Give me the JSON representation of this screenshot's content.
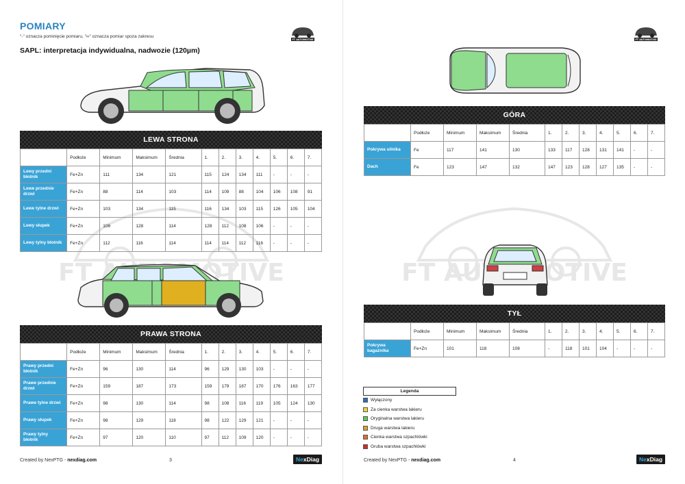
{
  "page3": {
    "title": "POMIARY",
    "note": "\"-\" oznacza pominięcie pomiaru, \"∞\" oznacza pomiar spoza zakresu",
    "subtitle": "SAPL: interpretacja indywidualna, nadwozie (120µm)",
    "footer_created": "Created by NexPTG - ",
    "footer_site": "nexdiag.com",
    "page_number": "3",
    "logo_text": "FT AUTOMOTIVE"
  },
  "page4": {
    "footer_created": "Created by NexPTG - ",
    "footer_site": "nexdiag.com",
    "page_number": "4",
    "logo_text": "FT AUTOMOTIVE"
  },
  "watermark_text": "FT AUTOMOTIVE",
  "brand": {
    "prefix": "Ne",
    "x": "x",
    "suffix": "Diag"
  },
  "columns": [
    "",
    "Podłoże",
    "Minimum",
    "Maksimum",
    "Średnia",
    "1.",
    "2.",
    "3.",
    "4.",
    "5.",
    "6.",
    "7."
  ],
  "lewa": {
    "title": "LEWA STRONA",
    "rows": [
      [
        "Lewy przedni błotnik",
        "Fe+Zn",
        "111",
        "134",
        "121",
        "115",
        "124",
        "134",
        "111",
        "-",
        "-",
        "-"
      ],
      [
        "Lewe przednie drzwi",
        "Fe+Zn",
        "88",
        "114",
        "103",
        "114",
        "109",
        "88",
        "104",
        "106",
        "108",
        "91"
      ],
      [
        "Lewe tylne drzwi",
        "Fe+Zn",
        "103",
        "134",
        "115",
        "116",
        "134",
        "103",
        "115",
        "126",
        "105",
        "104"
      ],
      [
        "Lewy słupek",
        "Fe+Zn",
        "106",
        "128",
        "114",
        "128",
        "112",
        "108",
        "106",
        "-",
        "-",
        "-"
      ],
      [
        "Lewy tylny błotnik",
        "Fe+Zn",
        "112",
        "116",
        "114",
        "114",
        "114",
        "112",
        "116",
        "-",
        "-",
        "-"
      ]
    ]
  },
  "prawa": {
    "title": "PRAWA STRONA",
    "rows": [
      [
        "Prawy przedni błotnik",
        "Fe+Zn",
        "96",
        "130",
        "114",
        "96",
        "129",
        "130",
        "103",
        "-",
        "-",
        "-"
      ],
      [
        "Prawe przednie drzwi",
        "Fe+Zn",
        "159",
        "187",
        "173",
        "159",
        "179",
        "187",
        "170",
        "176",
        "163",
        "177"
      ],
      [
        "Prawe tylne drzwi",
        "Fe+Zn",
        "98",
        "130",
        "114",
        "98",
        "108",
        "116",
        "119",
        "105",
        "124",
        "130"
      ],
      [
        "Prawy słupek",
        "Fe+Zn",
        "98",
        "129",
        "118",
        "98",
        "122",
        "129",
        "121",
        "-",
        "-",
        "-"
      ],
      [
        "Prawy tylny błotnik",
        "Fe+Zn",
        "97",
        "120",
        "110",
        "97",
        "112",
        "109",
        "120",
        "-",
        "-",
        "-"
      ]
    ]
  },
  "gora": {
    "title": "GÓRA",
    "rows": [
      [
        "Pokrywa silnika",
        "Fe",
        "117",
        "141",
        "130",
        "133",
        "117",
        "128",
        "131",
        "141",
        "-",
        "-"
      ],
      [
        "Dach",
        "Fe",
        "123",
        "147",
        "132",
        "147",
        "123",
        "128",
        "127",
        "135",
        "-",
        "-"
      ]
    ]
  },
  "tyl": {
    "title": "TYŁ",
    "rows": [
      [
        "Pokrywa bagażnika",
        "Fe+Zn",
        "101",
        "118",
        "108",
        "-",
        "118",
        "101",
        "104",
        "-",
        "-",
        "-"
      ]
    ]
  },
  "legend": {
    "title": "Legenda",
    "items": [
      {
        "label": "Wyłączony",
        "color": "#2f6fb5"
      },
      {
        "label": "Za cienka warstwa lakieru",
        "color": "#e8d83a"
      },
      {
        "label": "Oryginalna warstwa lakieru",
        "color": "#5cc95c"
      },
      {
        "label": "Druga warstwa lakieru",
        "color": "#e0a020"
      },
      {
        "label": "Cienka warstwa szpachlówki",
        "color": "#e07030"
      },
      {
        "label": "Gruba warstwa szpachlówki",
        "color": "#d02a2a"
      }
    ]
  },
  "colors": {
    "accent": "#2a84c2",
    "label_bg": "#3aa3d6",
    "paint_original": "#8fdc8f",
    "paint_second": "#e0b020"
  }
}
